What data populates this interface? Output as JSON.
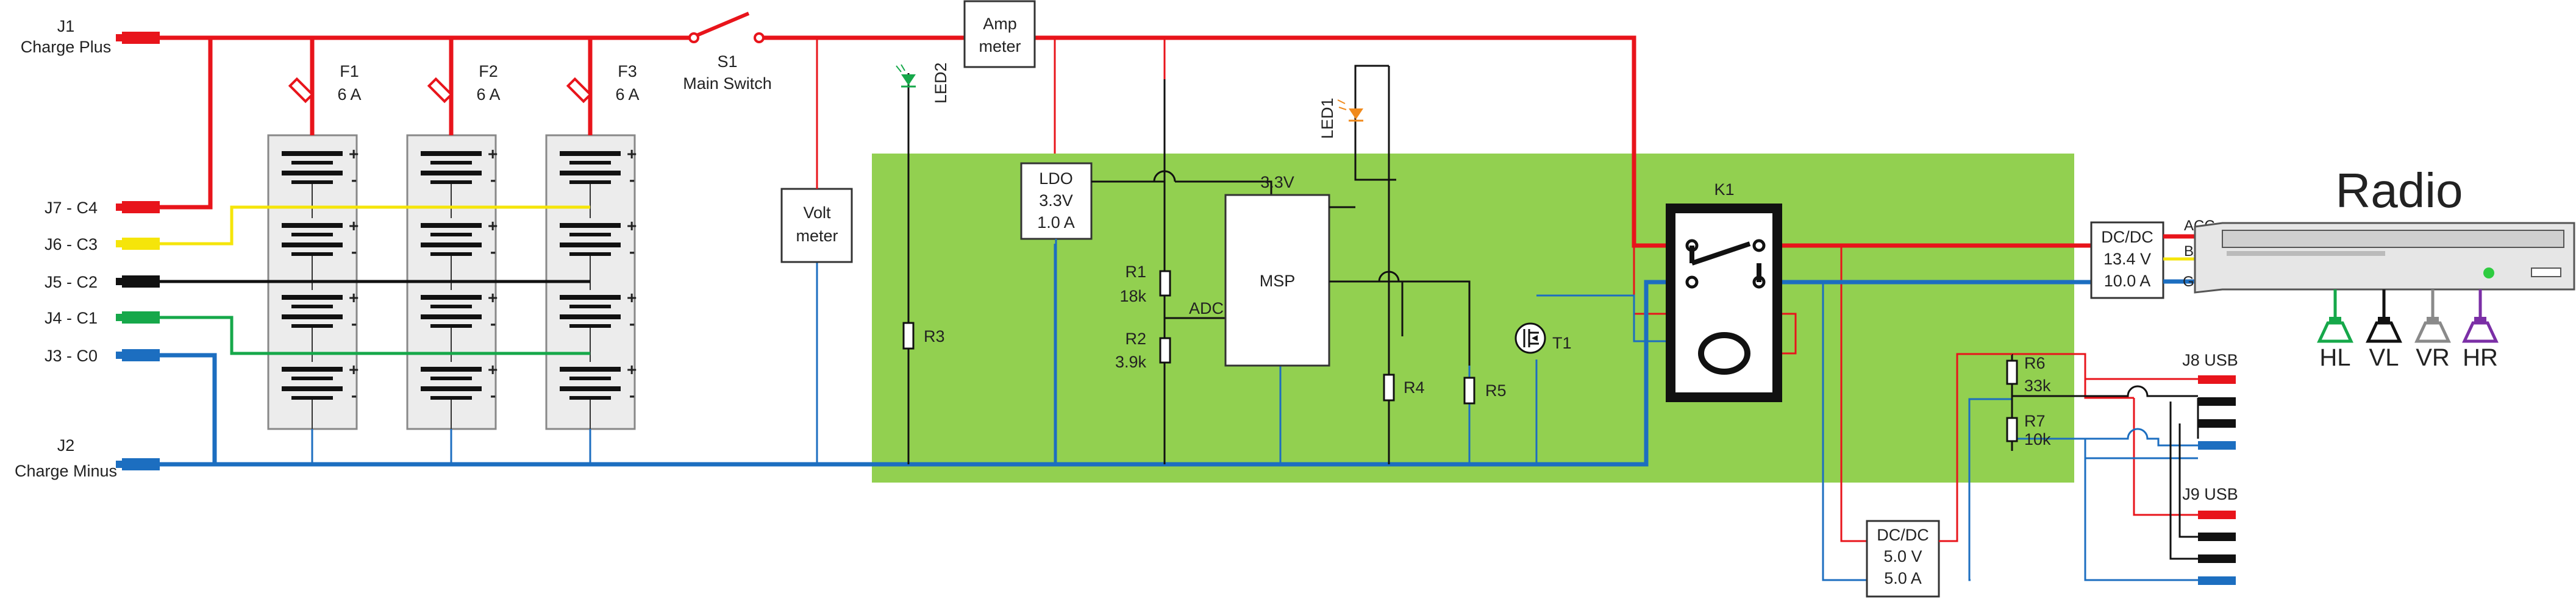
{
  "connectors": {
    "j1": {
      "id": "J1",
      "name": "Charge Plus"
    },
    "j7": "J7 - C4",
    "j6": "J6 - C3",
    "j5": "J5 - C2",
    "j4": "J4 - C1",
    "j3": "J3 - C0",
    "j2": {
      "id": "J2",
      "name": "Charge Minus"
    }
  },
  "fuses": [
    {
      "id": "F1",
      "rating": "6 A"
    },
    {
      "id": "F2",
      "rating": "6 A"
    },
    {
      "id": "F3",
      "rating": "6 A"
    }
  ],
  "main_switch": {
    "id": "S1",
    "name": "Main Switch"
  },
  "amp_meter": {
    "line1": "Amp",
    "line2": "meter"
  },
  "volt_meter": {
    "line1": "Volt",
    "line2": "meter"
  },
  "leds": {
    "led1": "LED1",
    "led2": "LED2"
  },
  "ldo": {
    "name": "LDO",
    "voltage": "3.3V",
    "current": "1.0 A"
  },
  "mcu": {
    "name": "MSP",
    "supply": "3.3V",
    "adc": "ADC"
  },
  "resistors": {
    "r1": {
      "id": "R1",
      "value": "18k"
    },
    "r2": {
      "id": "R2",
      "value": "3.9k"
    },
    "r3": {
      "id": "R3"
    },
    "r4": {
      "id": "R4"
    },
    "r5": {
      "id": "R5"
    },
    "r6": {
      "id": "R6",
      "value": "33k"
    },
    "r7": {
      "id": "R7",
      "value": "10k"
    }
  },
  "transistor": "T1",
  "relay": "K1",
  "dcdc_radio": {
    "name": "DC/DC",
    "voltage": "13.4 V",
    "current": "10.0 A"
  },
  "dcdc_usb": {
    "name": "DC/DC",
    "voltage": "5.0 V",
    "current": "5.0 A"
  },
  "radio": {
    "title": "Radio",
    "pins": {
      "acc": "ACC",
      "bat": "BAT",
      "gnd": "GND"
    },
    "speakers": [
      {
        "label": "HL",
        "color": "#16a84a"
      },
      {
        "label": "VL",
        "color": "#111111"
      },
      {
        "label": "VR",
        "color": "#8a8a8a"
      },
      {
        "label": "HR",
        "color": "#7b2fa6"
      }
    ]
  },
  "usb": {
    "j8": "J8 USB",
    "j9": "J9 USB"
  },
  "colors": {
    "plus_wire": "#e8141b",
    "minus_wire": "#1c6ec0",
    "board": "#92d050",
    "c3_wire": "#f5e50a",
    "c1_wire": "#16a84a"
  }
}
